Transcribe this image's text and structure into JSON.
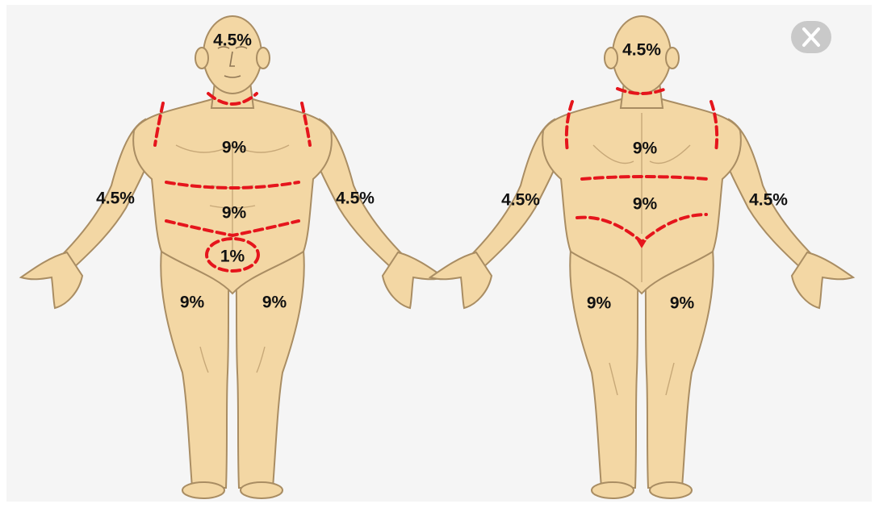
{
  "colors": {
    "skin": "#f3d7a4",
    "skin_outline": "#a98d63",
    "region_line": "#e5151c",
    "label": "#111111",
    "close_button": "#c9c9c9"
  },
  "close_button": {
    "icon": "close-icon"
  },
  "front": {
    "head": "4.5%",
    "chest": "9%",
    "abdomen": "9%",
    "perineum": "1%",
    "right_arm": "4.5%",
    "left_arm": "4.5%",
    "right_leg": "9%",
    "left_leg": "9%"
  },
  "back": {
    "head": "4.5%",
    "upper_back": "9%",
    "lower_back": "9%",
    "left_arm": "4.5%",
    "right_arm": "4.5%",
    "left_leg": "9%",
    "right_leg": "9%"
  }
}
